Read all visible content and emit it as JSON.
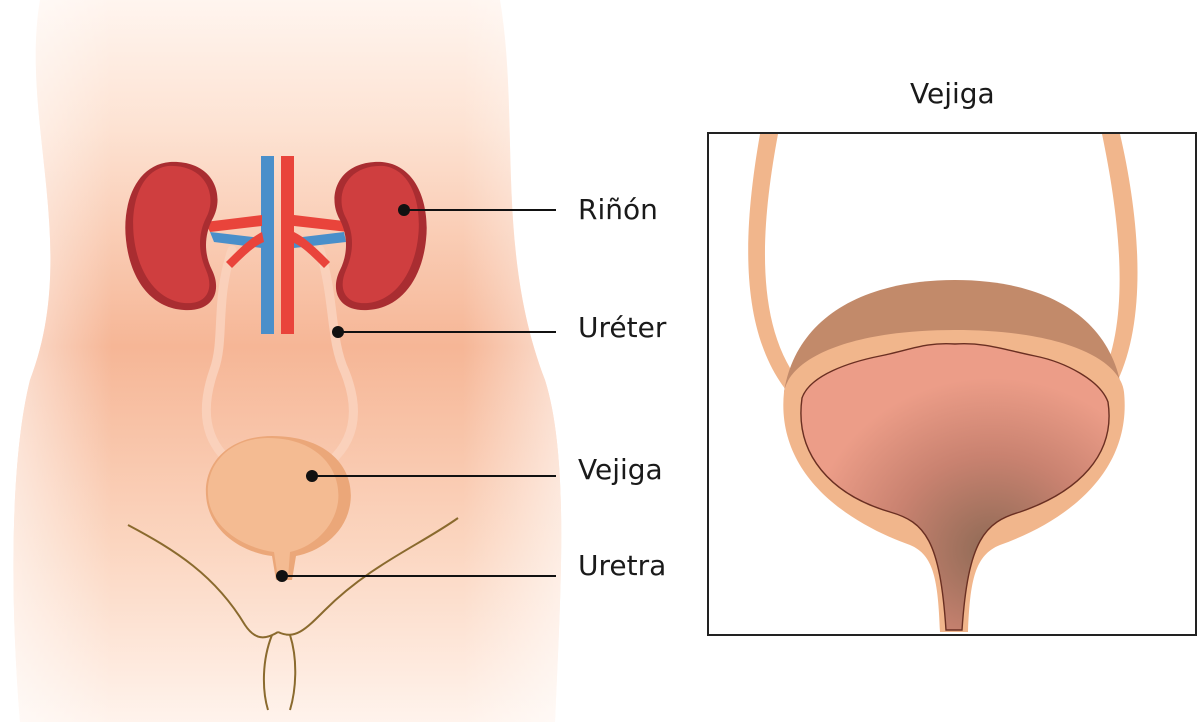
{
  "labels": {
    "kidney": "Riñón",
    "ureter": "Uréter",
    "bladder": "Vejiga",
    "urethra": "Uretra"
  },
  "detail_panel": {
    "title": "Vejiga"
  },
  "colors": {
    "skin_light": "#fde5d7",
    "skin_mid": "#f6b796",
    "kidney": "#cf3e3f",
    "kidney_dark": "#a92d31",
    "artery": "#e9443b",
    "vein": "#4a8fca",
    "bladder_outer": "#f1b68c",
    "bladder_top": "#c28a6a",
    "bladder_inner": "#e99a86",
    "leader_line": "#111111",
    "panel_border": "#222222"
  }
}
